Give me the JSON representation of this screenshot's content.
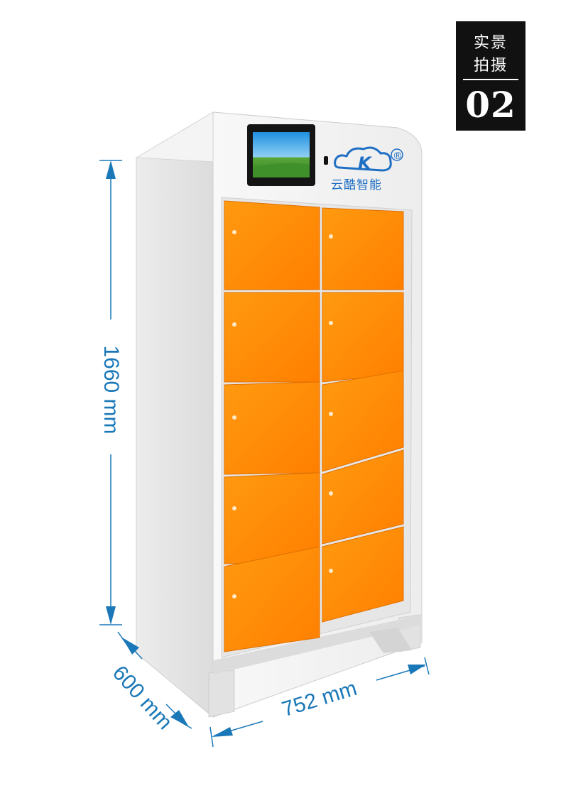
{
  "badge": {
    "line1": "实景",
    "line2": "拍摄",
    "number": "02"
  },
  "brand": {
    "logo_letter": "K",
    "registered_mark": "®",
    "name": "云酷智能",
    "color": "#1f6fc4"
  },
  "dimensions": {
    "height": "1660 mm",
    "width": "752 mm",
    "depth": "600 mm",
    "color": "#1a78b8"
  },
  "locker": {
    "door_color": "#ff8a00",
    "body_color": "#f2f2f2",
    "rows": 5,
    "columns": 2
  }
}
